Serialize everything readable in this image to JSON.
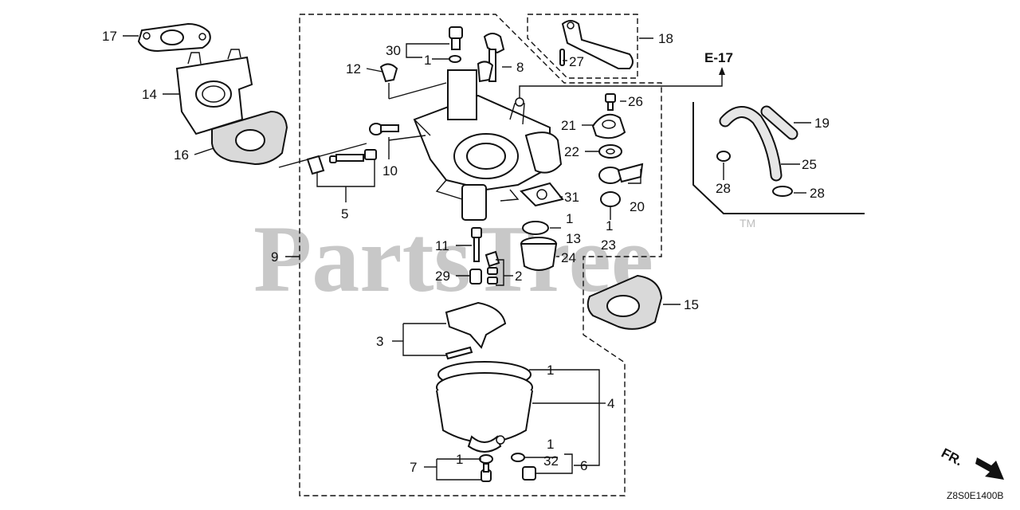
{
  "watermark": {
    "text": "PartsTree",
    "trademark": "TM"
  },
  "diagram_code": "Z8S0E1400B",
  "reference": "E-17",
  "direction_label": "FR.",
  "callouts": {
    "c1a": "1",
    "c1b": "1",
    "c1c": "1",
    "c1d": "1",
    "c1e": "1",
    "c2": "2",
    "c3": "3",
    "c4": "4",
    "c5": "5",
    "c6": "6",
    "c7": "7",
    "c8": "8",
    "c9": "9",
    "c10": "10",
    "c11": "11",
    "c12": "12",
    "c13": "13",
    "c14": "14",
    "c15": "15",
    "c16": "16",
    "c17": "17",
    "c18": "18",
    "c19": "19",
    "c20": "20",
    "c21": "21",
    "c22": "22",
    "c23": "23",
    "c24": "24",
    "c25": "25",
    "c26": "26",
    "c27": "27",
    "c28a": "28",
    "c28b": "28",
    "c29": "29",
    "c30": "30",
    "c31": "31",
    "c32": "32"
  }
}
